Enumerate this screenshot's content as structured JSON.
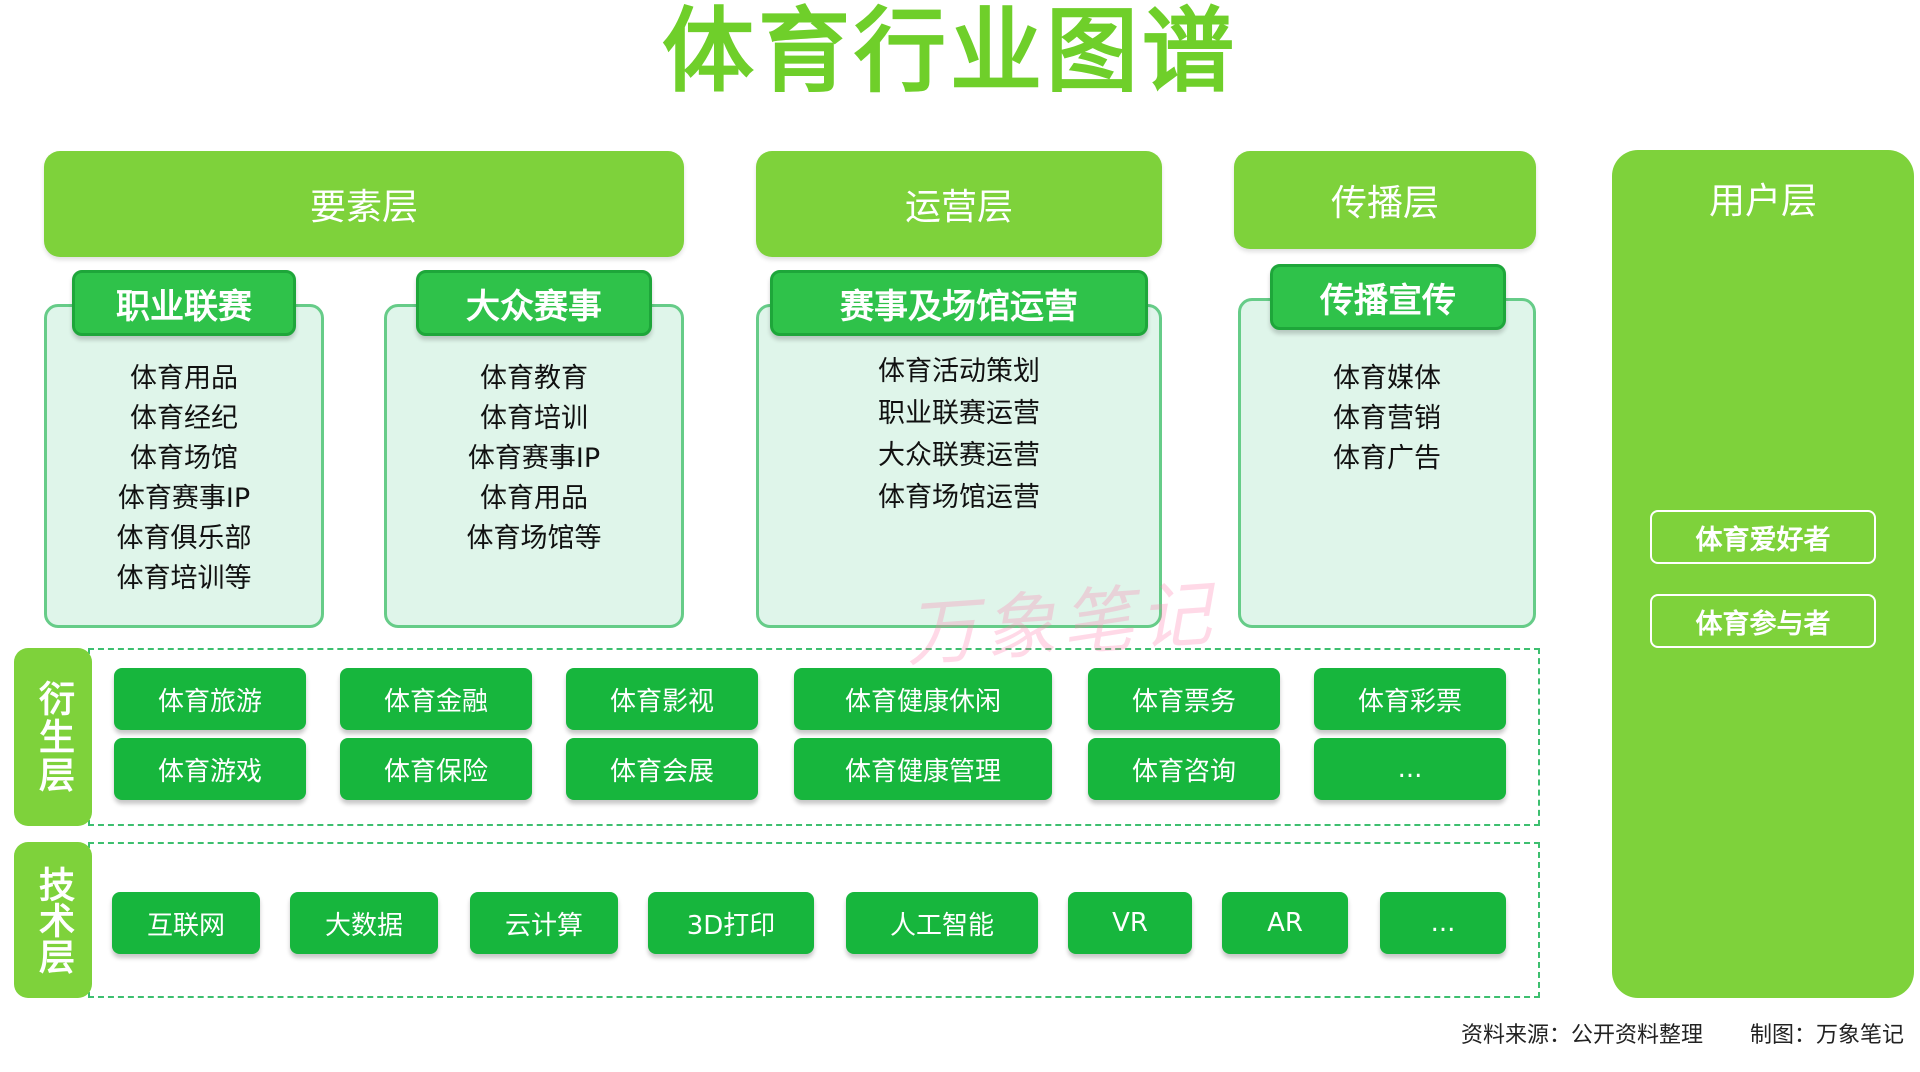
{
  "title": "体育行业图谱",
  "colors": {
    "title_green": "#6fcf2a",
    "layer_green": "#7ed23b",
    "chip_green": "#17b63d",
    "panel_fill": "#dff5ea",
    "panel_border": "#66cc88"
  },
  "layers": {
    "elements": "要素层",
    "operation": "运营层",
    "spread": "传播层",
    "user": "用户层",
    "derivative": "衍生层",
    "technology": "技术层"
  },
  "panels": [
    {
      "title": "职业联赛",
      "items": [
        "体育用品",
        "体育经纪",
        "体育场馆",
        "体育赛事IP",
        "体育俱乐部",
        "体育培训等"
      ]
    },
    {
      "title": "大众赛事",
      "items": [
        "体育教育",
        "体育培训",
        "体育赛事IP",
        "体育用品",
        "体育场馆等"
      ]
    },
    {
      "title": "赛事及场馆运营",
      "items": [
        "体育活动策划",
        "职业联赛运营",
        "大众联赛运营",
        "体育场馆运营"
      ]
    },
    {
      "title": "传播宣传",
      "items": [
        "体育媒体",
        "体育营销",
        "体育广告"
      ]
    }
  ],
  "users": [
    "体育爱好者",
    "体育参与者"
  ],
  "derivative_row1": [
    "体育旅游",
    "体育金融",
    "体育影视",
    "体育健康休闲",
    "体育票务",
    "体育彩票"
  ],
  "derivative_row2": [
    "体育游戏",
    "体育保险",
    "体育会展",
    "体育健康管理",
    "体育咨询",
    "..."
  ],
  "technology": [
    "互联网",
    "大数据",
    "云计算",
    "3D打印",
    "人工智能",
    "VR",
    "AR",
    "..."
  ],
  "watermark": "万象笔记",
  "footer": {
    "source": "资料来源：公开资料整理",
    "maker": "制图：万象笔记"
  }
}
